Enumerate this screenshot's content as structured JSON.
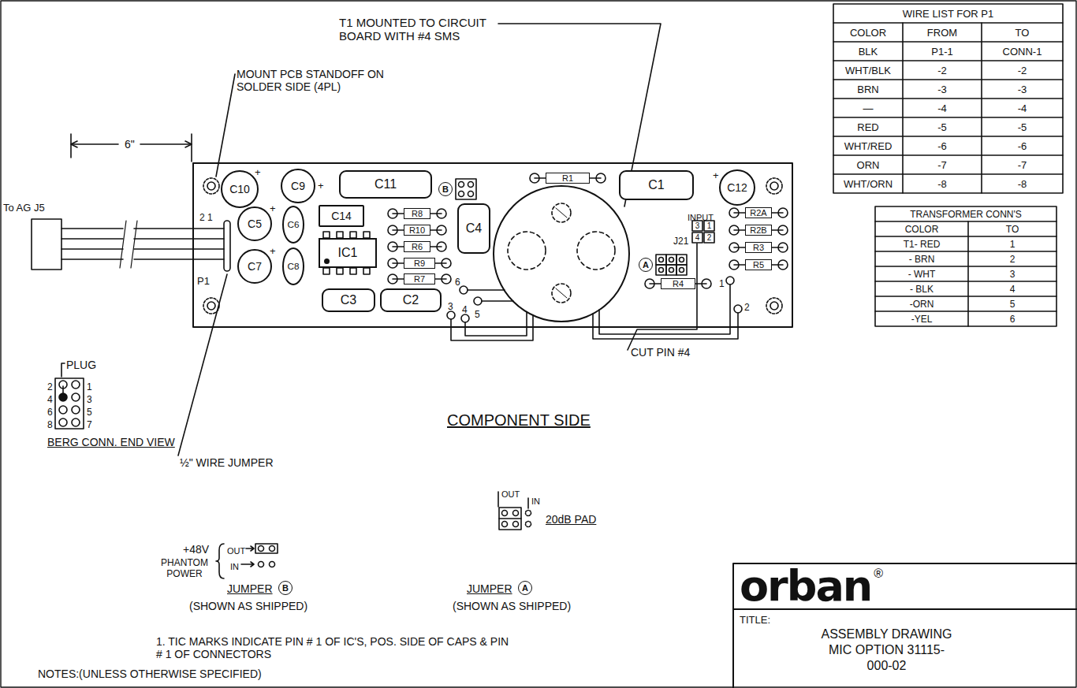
{
  "diagram": {
    "nodes": [
      {
        "text": [
          "C10"
        ]
      },
      {
        "text": [
          "C9"
        ]
      },
      {
        "text": [
          "C11"
        ]
      },
      {
        "text": [
          "B"
        ]
      },
      {
        "text": [
          "R1"
        ]
      },
      {
        "text": [
          "C1"
        ]
      },
      {
        "text": [
          "C12"
        ]
      },
      {
        "text": [
          "C14"
        ]
      },
      {
        "text": [
          "R8"
        ]
      },
      {
        "text": [
          "R10"
        ]
      },
      {
        "text": [
          "R6"
        ]
      },
      {
        "text": [
          "C4"
        ]
      },
      {
        "text": [
          "R9"
        ]
      },
      {
        "text": [
          "R7"
        ]
      },
      {
        "text": [
          "R2A"
        ]
      },
      {
        "text": [
          "R2B"
        ]
      },
      {
        "text": [
          "R3"
        ]
      },
      {
        "text": [
          "A"
        ]
      },
      {
        "text": [
          "R5"
        ]
      },
      {
        "text": [
          "R4"
        ]
      },
      {
        "text": [
          "C5"
        ]
      },
      {
        "text": [
          "C6"
        ]
      },
      {
        "text": [
          "IC1"
        ]
      },
      {
        "text": [
          "C7"
        ]
      },
      {
        "text": [
          "C8"
        ]
      },
      {
        "text": [
          "C3"
        ]
      },
      {
        "text": [
          "C2"
        ]
      },
      {
        "text": [
          "B"
        ]
      },
      {
        "text": [
          "A"
        ]
      },
      {
        "text": [
          "orban",
          "®",
          "TITLE:",
          "ASSEMBLY DRAWING MIC OPTION 31115-000-02"
        ]
      }
    ],
    "labels": [
      "T1 MOUNTED TO CIRCUIT BOARD WITH #4 SMS",
      "MOUNT PCB STANDOFF ON SOLDER SIDE (4PL)",
      "6\"",
      "To AG J5",
      "2 1",
      "P1",
      "PLUG",
      "BERG CONN. END VIEW",
      "2",
      "1",
      "4",
      "3",
      "6",
      "5",
      "8",
      "7",
      "½\" WIRE JUMPER",
      "CUT PIN #4",
      "COMPONENT SIDE",
      "INPUT",
      "J21",
      "3",
      "1",
      "4",
      "2",
      "6",
      "5",
      "3",
      "4",
      "1",
      "2",
      "+48V",
      "PHANTOM POWER",
      "OUT",
      "IN",
      "JUMPER",
      "(SHOWN AS SHIPPED)",
      "OUT",
      "IN",
      "20dB PAD",
      "JUMPER",
      "(SHOWN AS SHIPPED)",
      "1. TIC MARKS INDICATE PIN # 1 OF IC'S, POS. SIDE OF CAPS & PIN # 1 OF CONNECTORS",
      "NOTES:(UNLESS OTHERWISE SPECIFIED)",
      "+",
      "+",
      "+",
      "+",
      "+",
      "WIRE LIST FOR P1",
      "COLOR",
      "FROM",
      "TO",
      "BLK",
      "P1-1",
      "CONN-1",
      "WHT/BLK",
      "-2",
      "-2",
      "BRN",
      "-3",
      "-3",
      "—",
      "-4",
      "-4",
      "RED",
      "-5",
      "-5",
      "WHT/RED",
      "-6",
      "-6",
      "ORN",
      "-7",
      "-7",
      "WHT/ORN",
      "-8",
      "-8",
      "TRANSFORMER CONN'S",
      "COLOR",
      "TO",
      "T1- RED",
      "1",
      "- BRN",
      "2",
      "- WHT",
      "3",
      "- BLK",
      "4",
      "-ORN",
      "5",
      "-YEL",
      "6"
    ]
  }
}
